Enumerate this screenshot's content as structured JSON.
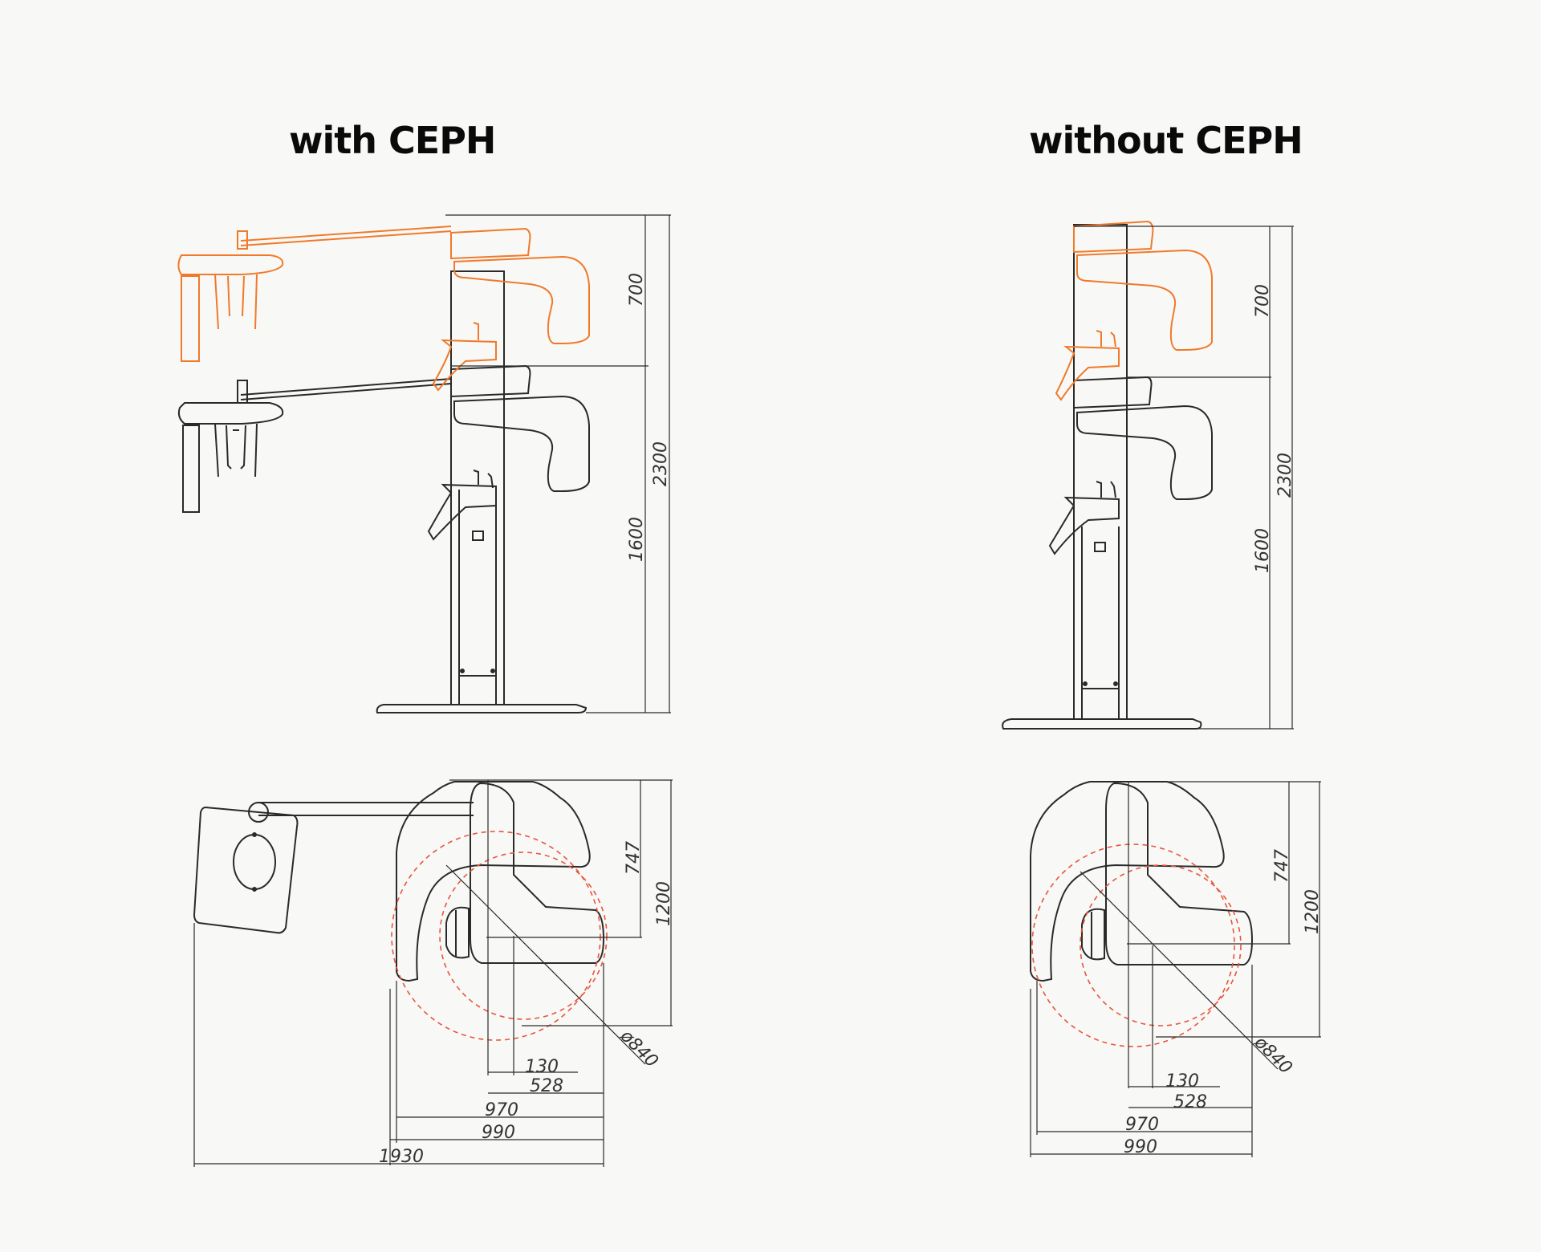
{
  "titles": {
    "with_ceph": "with CEPH",
    "without_ceph": "without CEPH"
  },
  "colors": {
    "background": "#f8f8f6",
    "line": "#2a2a2a",
    "highlight": "#f07a2a",
    "radius_circle": "#e8553d"
  },
  "with_ceph": {
    "side_view": {
      "height_raised": "700",
      "height_total": "2300",
      "height_base": "1600"
    },
    "top_view": {
      "depth_a": "747",
      "depth_b": "1200",
      "diameter": "ø840",
      "width_a": "130",
      "width_b": "528",
      "width_c": "970",
      "width_d": "990",
      "width_e": "1930"
    }
  },
  "without_ceph": {
    "side_view": {
      "height_raised": "700",
      "height_total": "2300",
      "height_base": "1600"
    },
    "top_view": {
      "depth_a": "747",
      "depth_b": "1200",
      "diameter": "ø840",
      "width_a": "130",
      "width_b": "528",
      "width_c": "970",
      "width_d": "990"
    }
  }
}
